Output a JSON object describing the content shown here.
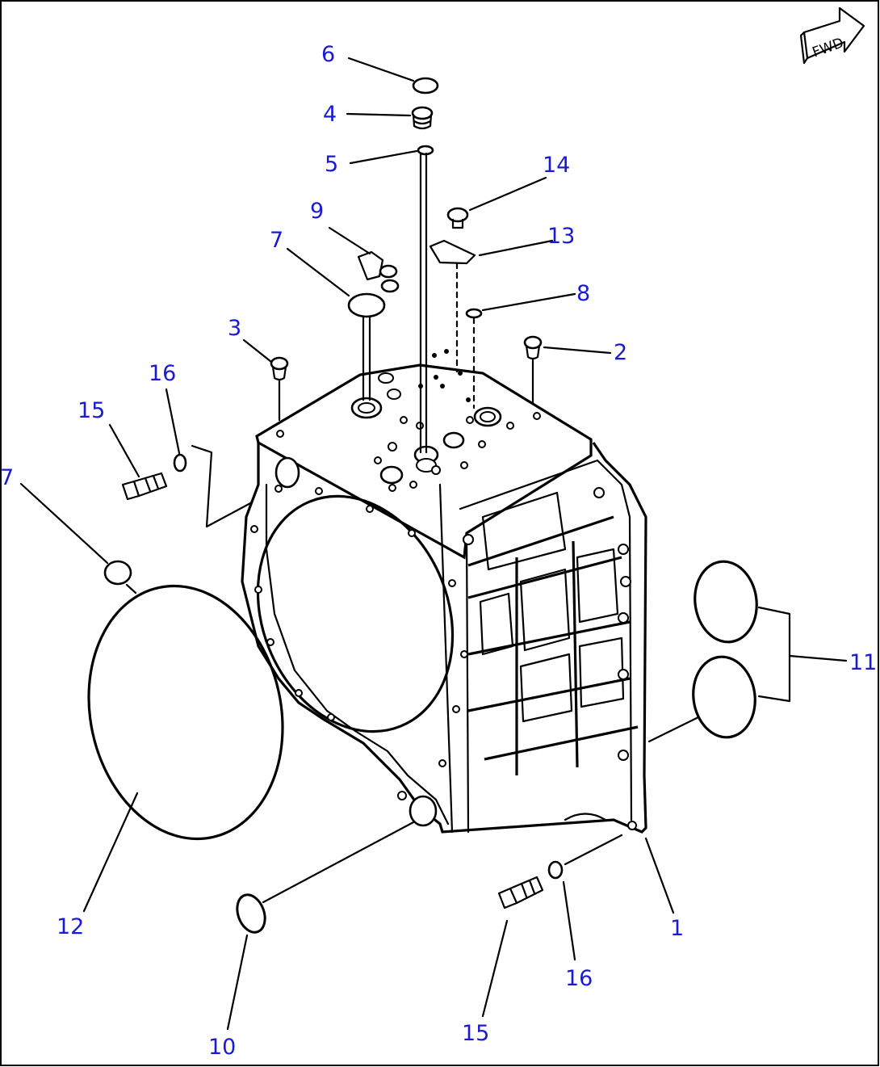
{
  "diagram": {
    "fwd_label": "FWD",
    "callouts": [
      {
        "id": "c1",
        "text": "1"
      },
      {
        "id": "c2",
        "text": "2"
      },
      {
        "id": "c3",
        "text": "3"
      },
      {
        "id": "c4",
        "text": "4"
      },
      {
        "id": "c5",
        "text": "5"
      },
      {
        "id": "c6",
        "text": "6"
      },
      {
        "id": "c7a",
        "text": "7"
      },
      {
        "id": "c7b",
        "text": "7"
      },
      {
        "id": "c8",
        "text": "8"
      },
      {
        "id": "c9",
        "text": "9"
      },
      {
        "id": "c10",
        "text": "10"
      },
      {
        "id": "c11",
        "text": "11"
      },
      {
        "id": "c12",
        "text": "12"
      },
      {
        "id": "c13",
        "text": "13"
      },
      {
        "id": "c14",
        "text": "14"
      },
      {
        "id": "c15a",
        "text": "15"
      },
      {
        "id": "c15b",
        "text": "15"
      },
      {
        "id": "c16a",
        "text": "16"
      },
      {
        "id": "c16b",
        "text": "16"
      }
    ],
    "colors": {
      "callout": "#1a1ad6",
      "line": "#000000",
      "background": "#ffffff"
    }
  }
}
